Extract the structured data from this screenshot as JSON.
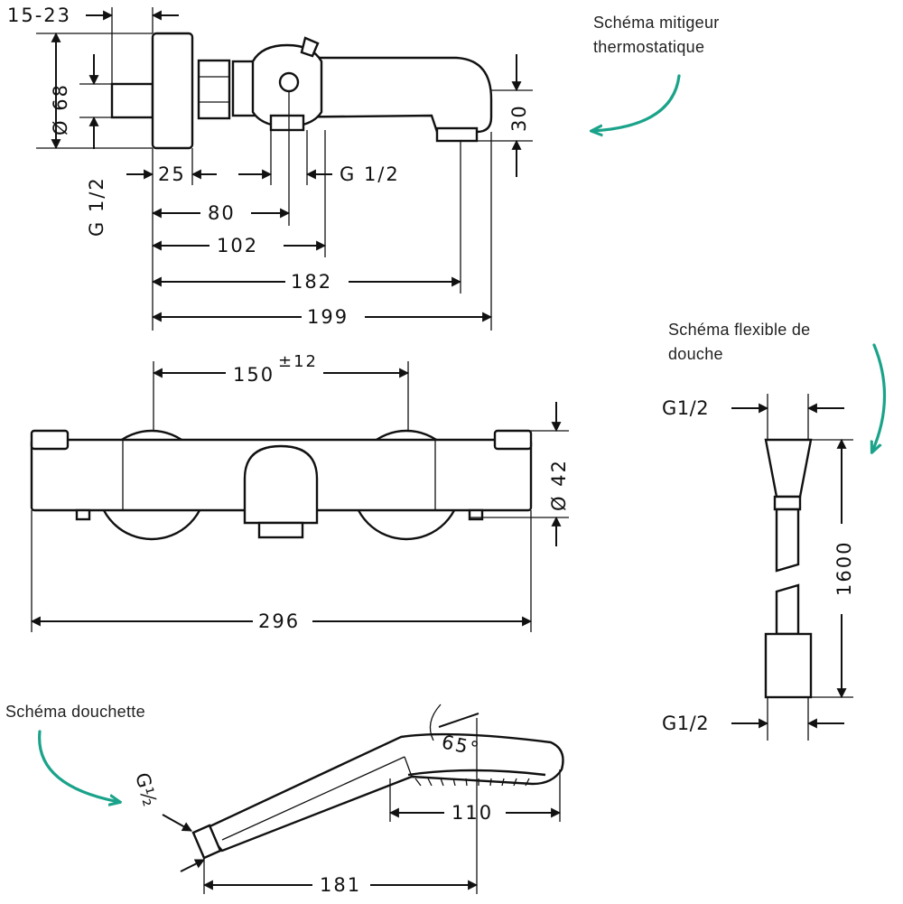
{
  "captions": {
    "mitigeur_line1": "Schéma mitigeur",
    "mitigeur_line2": "thermostatique",
    "flexible_line1": "Schéma flexible de",
    "flexible_line2": "douche",
    "douchette": "Schéma douchette"
  },
  "mixer_side": {
    "d_15_23": "15-23",
    "d_68": "Ø 68",
    "d_30": "30",
    "d_g12_left": "G 1/2",
    "d_25": "25",
    "d_g12_right": "G 1/2",
    "d_80": "80",
    "d_102": "102",
    "d_182": "182",
    "d_199": "199"
  },
  "mixer_front": {
    "d_150": "150",
    "d_150_tol": "±12",
    "d_42": "Ø 42",
    "d_296": "296"
  },
  "hose": {
    "g12_top": "G1/2",
    "g12_bottom": "G1/2",
    "length": "1600"
  },
  "handshower": {
    "thread": "G½",
    "angle": "65°",
    "d_110": "110",
    "d_181": "181"
  },
  "colors": {
    "line": "#111111",
    "accent_arrow": "#1aa38a"
  }
}
